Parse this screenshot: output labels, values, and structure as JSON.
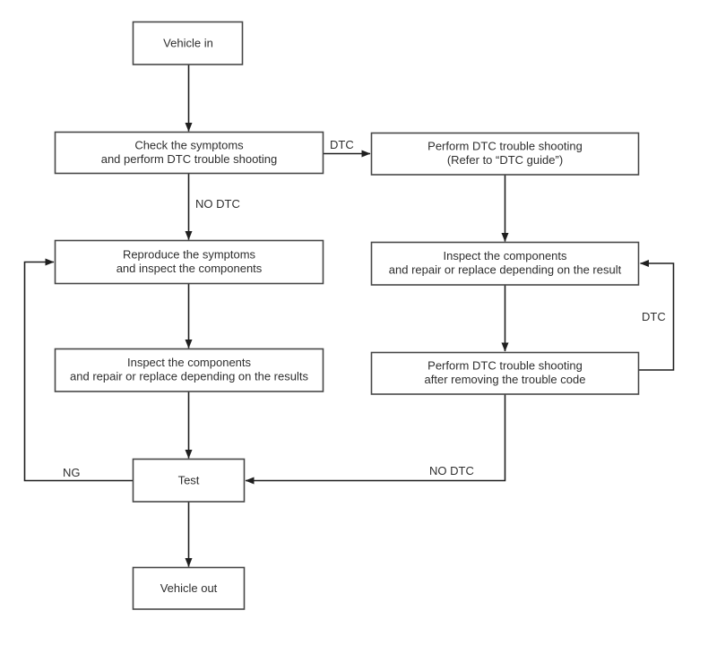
{
  "colors": {
    "box_fill": "#ffffff",
    "box_border": "#474747",
    "line": "#1f1f1f",
    "text": "#2e2e2e",
    "background": "#ffffff"
  },
  "nodes": {
    "vehicle_in": {
      "label": "Vehicle in"
    },
    "check_symptoms": {
      "line1": "Check the symptoms",
      "line2": "and perform DTC trouble shooting"
    },
    "perform_dtc_guide": {
      "line1": "Perform DTC trouble shooting",
      "line2": "(Refer to “DTC guide”)"
    },
    "reproduce_symptoms": {
      "line1": "Reproduce the symptoms",
      "line2": "and inspect the components"
    },
    "inspect_components_right": {
      "line1": "Inspect the components",
      "line2": "and repair or replace depending on the result"
    },
    "inspect_components_left": {
      "line1": "Inspect the components",
      "line2": "and repair or replace depending on the results"
    },
    "perform_dtc_remove": {
      "line1": "Perform DTC trouble shooting",
      "line2": "after removing the trouble code"
    },
    "test": {
      "label": "Test"
    },
    "vehicle_out": {
      "label": "Vehicle out"
    }
  },
  "edge_labels": {
    "dtc_branch": "DTC",
    "no_dtc_branch": "NO DTC",
    "dtc_loop": "DTC",
    "no_dtc_return": "NO DTC",
    "ng_return": "NG"
  }
}
